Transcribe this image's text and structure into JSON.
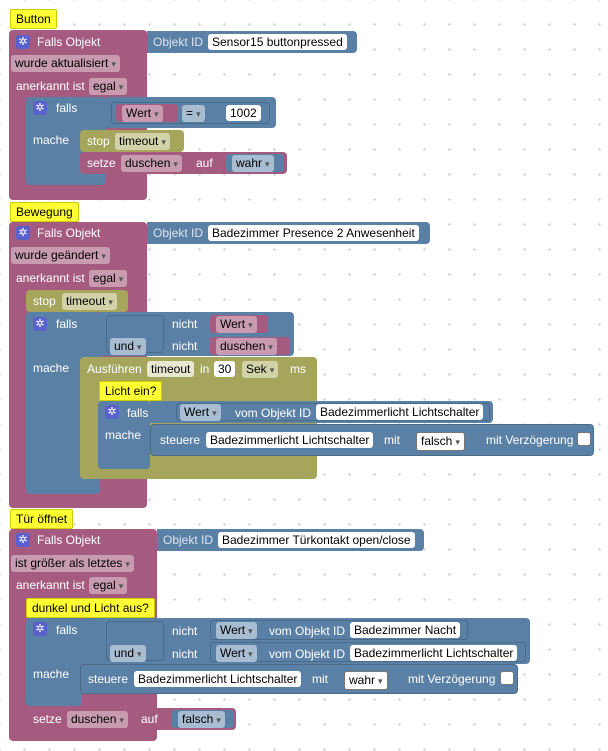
{
  "block1": {
    "note": "Button",
    "trigger_label": "Falls Objekt",
    "objid_label": "Objekt ID",
    "objid_value": "Sensor15 buttonpressed",
    "event": "wurde aktualisiert",
    "ack_label": "anerkannt ist",
    "ack_value": "egal",
    "if_label": "falls",
    "then_label": "mache",
    "cond_left": "Wert",
    "cond_op": "=",
    "cond_right": "1002",
    "stop_label": "stop",
    "stop_value": "timeout",
    "set_label": "setze",
    "set_var": "duschen",
    "set_to": "auf",
    "set_value": "wahr"
  },
  "block2": {
    "note": "Bewegung",
    "trigger_label": "Falls Objekt",
    "objid_label": "Objekt ID",
    "objid_value": "Badezimmer Presence 2 Anwesenheit",
    "event": "wurde geändert",
    "ack_label": "anerkannt ist",
    "ack_value": "egal",
    "stop_label": "stop",
    "stop_value": "timeout",
    "if_label": "falls",
    "then_label": "mache",
    "not_label": "nicht",
    "not1_value": "Wert",
    "and_label": "und",
    "not2_value": "duschen",
    "exec_label": "Ausführen",
    "exec_var": "timeout",
    "exec_in": "in",
    "exec_num": "30",
    "exec_unit": "Sek",
    "exec_ms": "ms",
    "inner_note": "Licht ein?",
    "inner_if": "falls",
    "inner_then": "mache",
    "inner_val": "Wert",
    "inner_of": "vom Objekt ID",
    "inner_obj": "Badezimmerlicht Lichtschalter",
    "ctrl_label": "steuere",
    "ctrl_obj": "Badezimmerlicht Lichtschalter",
    "ctrl_with": "mit",
    "ctrl_value": "falsch",
    "ctrl_delay": "mit Verzögerung"
  },
  "block3": {
    "note": "Tür öffnet",
    "trigger_label": "Falls Objekt",
    "objid_label": "Objekt ID",
    "objid_value": "Badezimmer Türkontakt open/close",
    "event": "ist größer als letztes",
    "ack_label": "anerkannt ist",
    "ack_value": "egal",
    "inner_note": "dunkel und Licht aus?",
    "if_label": "falls",
    "then_label": "mache",
    "not_label": "nicht",
    "and_label": "und",
    "val_label": "Wert",
    "of_label": "vom Objekt ID",
    "obj1": "Badezimmer Nacht",
    "obj2": "Badezimmerlicht Lichtschalter",
    "ctrl_label": "steuere",
    "ctrl_obj": "Badezimmerlicht Lichtschalter",
    "ctrl_with": "mit",
    "ctrl_value": "wahr",
    "ctrl_delay": "mit Verzögerung",
    "set_label": "setze",
    "set_var": "duschen",
    "set_to": "auf",
    "set_value": "falsch"
  }
}
